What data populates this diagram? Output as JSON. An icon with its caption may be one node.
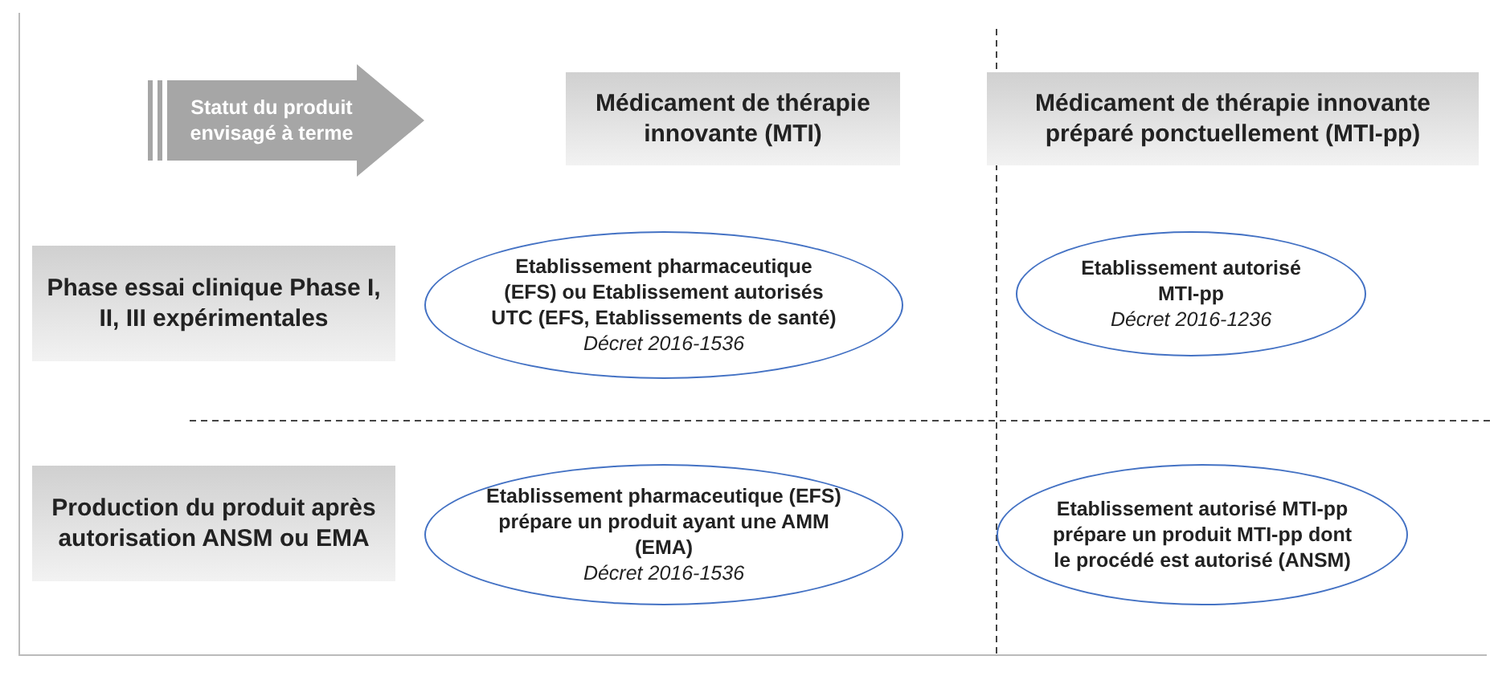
{
  "diagram": {
    "nodes": [
      {
        "text": [
          "Statut du produit envisagé à terme"
        ]
      },
      {
        "text": [
          "Médicament de thérapie innovante (MTI)"
        ]
      },
      {
        "text": [
          "Médicament de thérapie innovante préparé ponctuellement (MTI-pp)"
        ]
      },
      {
        "text": [
          "Phase essai clinique Phase I, II, III expérimentales"
        ]
      },
      {
        "text": [
          "Etablissement pharmaceutique (EFS) ou Etablissement autorisés UTC (EFS, Etablissements de santé)",
          "Décret 2016-1536"
        ]
      },
      {
        "text": [
          "Etablissement autorisé MTI-pp",
          "Décret 2016-1236"
        ]
      },
      {
        "text": [
          "Production du produit après autorisation ANSM ou EMA"
        ]
      },
      {
        "text": [
          "Etablissement pharmaceutique (EFS) prépare un produit ayant une AMM (EMA)",
          "Décret 2016-1536"
        ]
      },
      {
        "text": [
          "Etablissement autorisé MTI-pp prépare un produit MTI-pp dont le procédé est autorisé (ANSM)"
        ]
      }
    ]
  }
}
